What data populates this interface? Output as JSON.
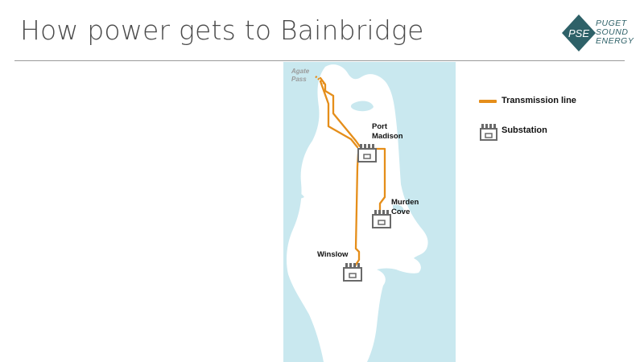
{
  "title": "How power gets to Bainbridge",
  "logo": {
    "mark": "PSE",
    "line1": "PUGET",
    "line2": "SOUND",
    "line3": "ENERGY"
  },
  "map": {
    "water_color": "#c9e8ef",
    "land_color": "#ffffff",
    "line_color": "#e58e1a",
    "icon_color": "#6a6a6a",
    "labels": {
      "agate_line1": "Agate",
      "agate_line2": "Pass",
      "port_line1": "Port",
      "port_line2": "Madison",
      "murden_line1": "Murden",
      "murden_line2": "Cove",
      "winslow": "Winslow"
    }
  },
  "legend": {
    "transmission": "Transmission line",
    "substation": "Substation"
  }
}
